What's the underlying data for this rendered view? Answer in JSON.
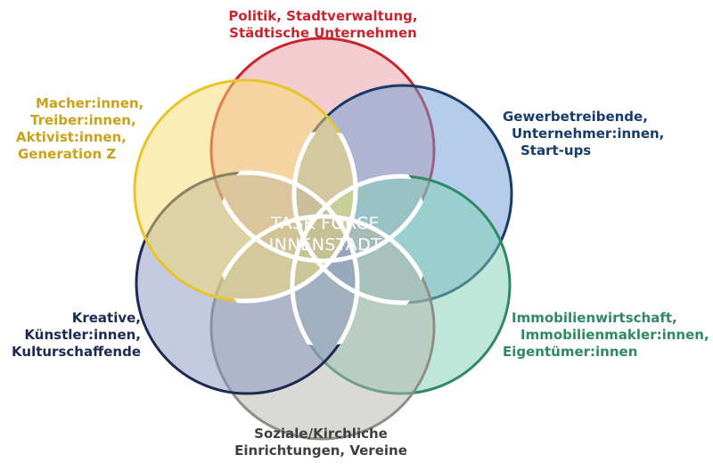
{
  "center": {
    "line1": "TASK FORCE",
    "line2": "INNENSTADT"
  },
  "groups": [
    {
      "id": "politik",
      "color": "#c9252f",
      "fill": "#ea9aa2",
      "lines": [
        "Politik, Stadtverwaltung,",
        "Städtische Unternehmen"
      ]
    },
    {
      "id": "gewerbe",
      "color": "#173c6b",
      "fill": "#6c9bd6",
      "lines": [
        "Gewerbetreibende,",
        "Unternehmer:innen,",
        "Start-ups"
      ]
    },
    {
      "id": "immobilien",
      "color": "#2e8a63",
      "fill": "#7fd0b3",
      "lines": [
        "Immobilienwirtschaft,",
        "Immobilienmakler:innen,",
        "Eigentümer:innen"
      ]
    },
    {
      "id": "soziales",
      "color": "#8e8e88",
      "fill": "#b4b4ac",
      "lines": [
        "Soziale/Kirchliche",
        "Einrichtungen, Vereine"
      ]
    },
    {
      "id": "kreative",
      "color": "#1d2a52",
      "fill": "#8894bd",
      "lines": [
        "Kreative,",
        "Künstler:innen,",
        "Kulturschaffende"
      ]
    },
    {
      "id": "macher",
      "color": "#e8c42c",
      "fill": "#f5db6d",
      "lines": [
        "Macher:innen,",
        "Treiber:innen,",
        "Aktivist:innen,",
        "Generation Z"
      ]
    }
  ]
}
